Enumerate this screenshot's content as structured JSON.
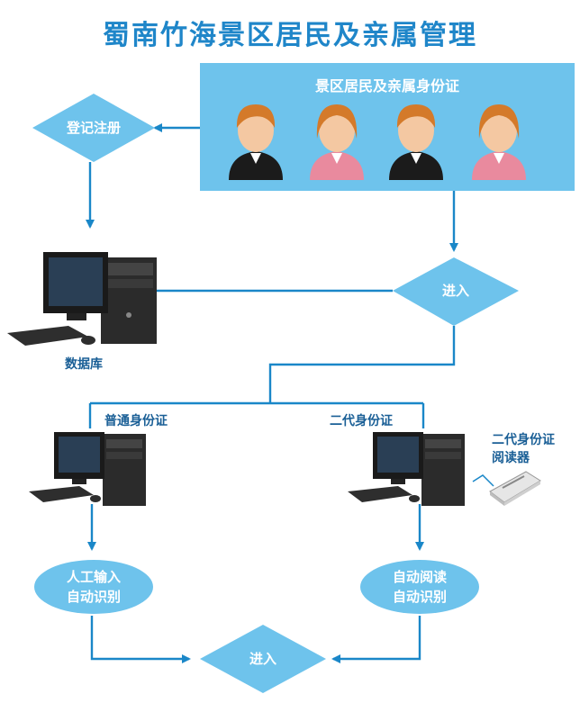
{
  "title": "蜀南竹海景区居民及亲属管理",
  "panel": {
    "title": "景区居民及亲属身份证",
    "people": [
      "male",
      "female",
      "male",
      "female"
    ]
  },
  "nodes": {
    "register": "登记注册",
    "enter_top": "进入",
    "database": "数据库",
    "normal_id": "普通身份证",
    "second_gen_id": "二代身份证",
    "reader_line1": "二代身份证",
    "reader_line2": "阅读器",
    "manual_line1": "人工输入",
    "manual_line2": "自动识别",
    "auto_line1": "自动阅读",
    "auto_line2": "自动识别",
    "enter_bottom": "进入"
  },
  "colors": {
    "title": "#1f86c9",
    "shape": "#6ec3ec",
    "line": "#1a87c8",
    "label": "#1a5f96"
  }
}
